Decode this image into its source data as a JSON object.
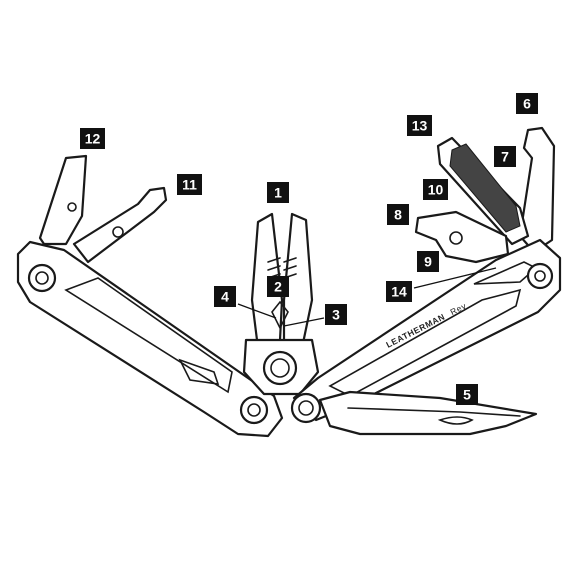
{
  "diagram": {
    "brand_text": "LEATHERMAN",
    "model_text": "Rev",
    "callouts": [
      {
        "id": "1",
        "label": "1"
      },
      {
        "id": "2",
        "label": "2"
      },
      {
        "id": "3",
        "label": "3"
      },
      {
        "id": "4",
        "label": "4"
      },
      {
        "id": "5",
        "label": "5"
      },
      {
        "id": "6",
        "label": "6"
      },
      {
        "id": "7",
        "label": "7"
      },
      {
        "id": "8",
        "label": "8"
      },
      {
        "id": "9",
        "label": "9"
      },
      {
        "id": "10",
        "label": "10"
      },
      {
        "id": "11",
        "label": "11"
      },
      {
        "id": "12",
        "label": "12"
      },
      {
        "id": "13",
        "label": "13"
      },
      {
        "id": "14",
        "label": "14"
      }
    ],
    "colors": {
      "line": "#1a1a1a",
      "label_box": "#111111",
      "label_text": "#ffffff",
      "background": "#ffffff"
    }
  }
}
